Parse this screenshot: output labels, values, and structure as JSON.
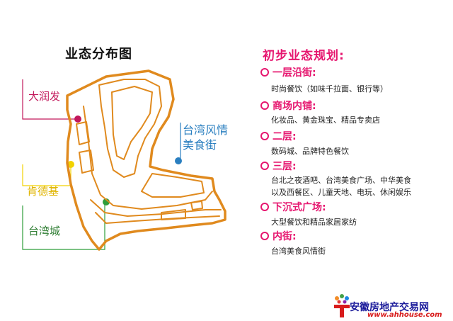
{
  "map_title": "业态分布图",
  "map_labels": {
    "darunfa": "大润发",
    "kfc": "肯德基",
    "taiwancheng": "台湾城",
    "taiwan_street_line1": "台湾风情",
    "taiwan_street_line2": "美食街"
  },
  "marker_colors": {
    "darunfa": "#c2185b",
    "kfc": "#f2d200",
    "taiwancheng": "#2e9e3a",
    "taiwan_street": "#2a7fc0"
  },
  "plan": {
    "title": "初步业态规划:",
    "items": [
      {
        "heading": "一层沿街:",
        "desc": [
          "时尚餐饮（如味千拉面、银行等）"
        ]
      },
      {
        "heading": "商场内铺:",
        "desc": [
          "化妆品、黄金珠宝、精品专卖店"
        ]
      },
      {
        "heading": "二层:",
        "desc": [
          "数码城、品牌特色餐饮"
        ]
      },
      {
        "heading": "三层:",
        "desc": [
          "台北之夜酒吧、台湾美食广场、中华美食",
          "以及西餐区、儿童天地、电玩、休闲娱乐"
        ]
      },
      {
        "heading": "下沉式广场:",
        "desc": [
          "大型餐饮和精品家居家纺"
        ]
      },
      {
        "heading": "内街:",
        "desc": [
          "台湾美食风情街"
        ]
      }
    ]
  },
  "logo": {
    "name": "安徽房地产交易网",
    "url": "www.ahhouse.com"
  }
}
